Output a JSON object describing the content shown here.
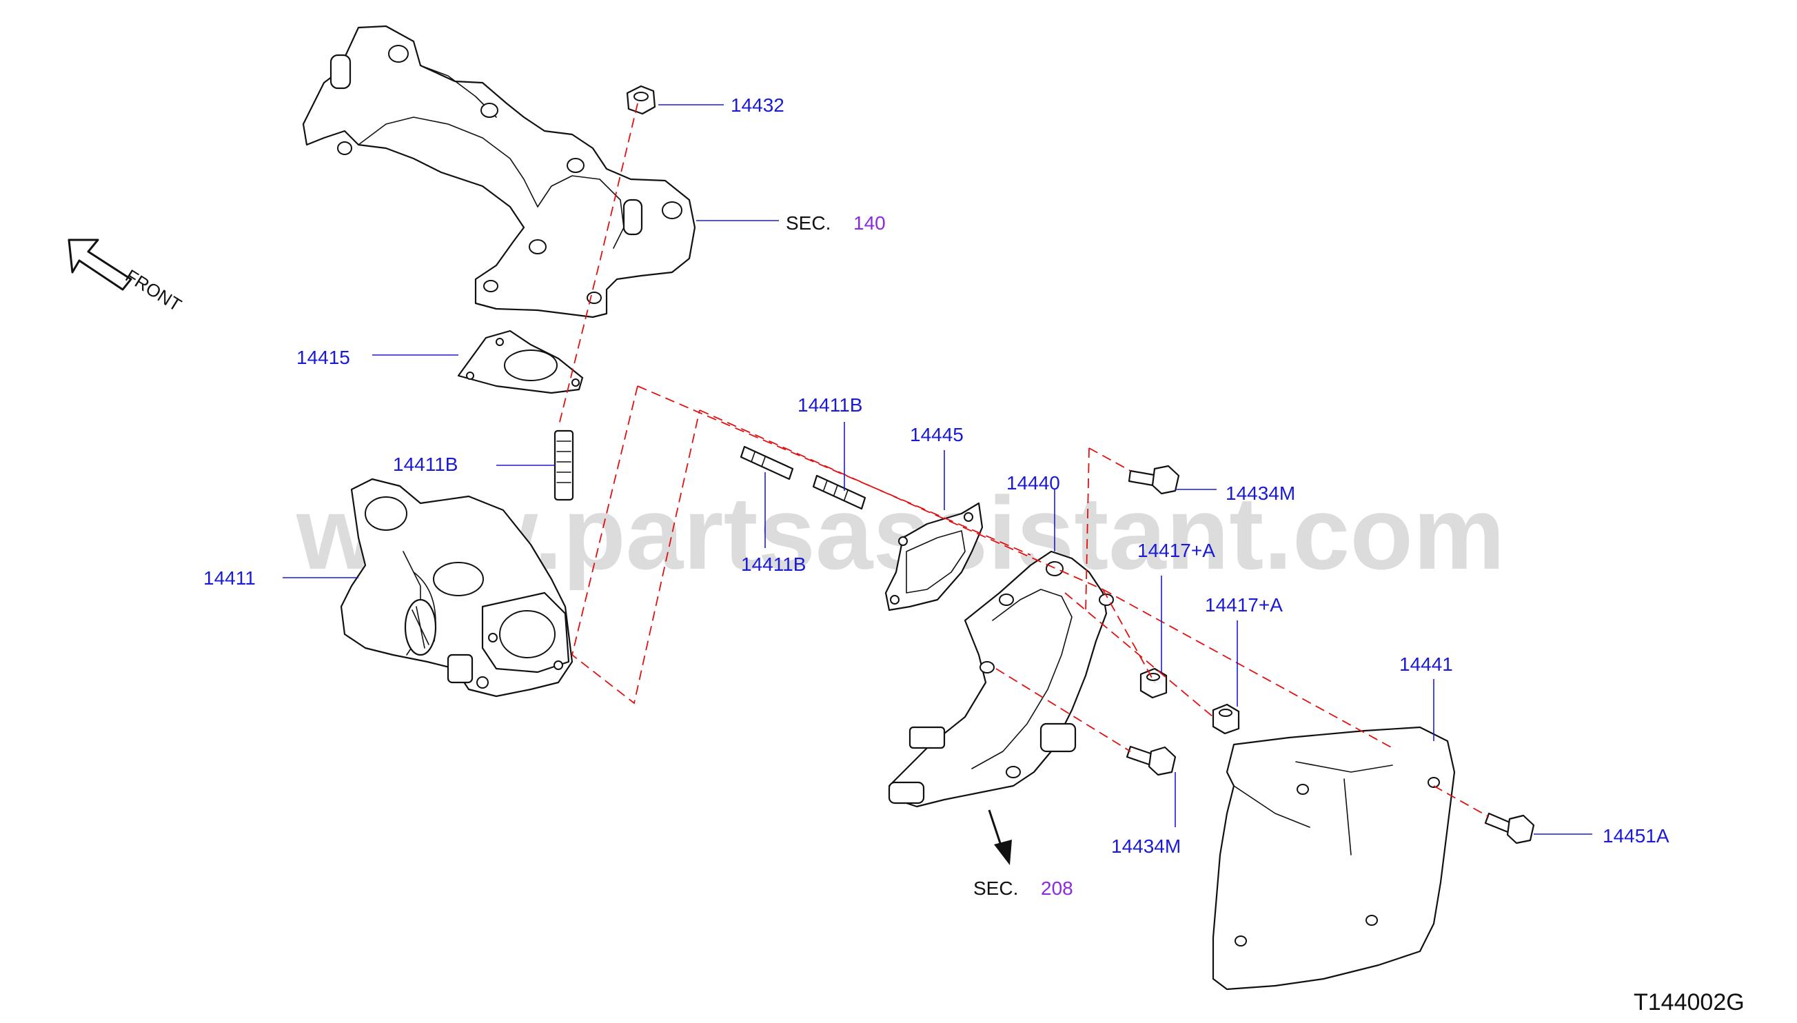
{
  "watermark": "www.partsassistant.com",
  "diagram_id": "T144002G",
  "front_label": "FRONT",
  "sections": [
    {
      "prefix": "SEC.",
      "number": "140",
      "color": "#8a2be2"
    },
    {
      "prefix": "SEC.",
      "number": "208",
      "color": "#8a2be2"
    }
  ],
  "part_labels": [
    "14432",
    "14415",
    "14411B",
    "14411",
    "14411B",
    "14411B",
    "14445",
    "14440",
    "14434M",
    "14417+A",
    "14417+A",
    "14441",
    "14434M",
    "14451A"
  ],
  "colors": {
    "part_label": "#1a1ad6",
    "section_number": "#8a2be2",
    "dashed_guide": "#e01010",
    "line_art": "#111111"
  }
}
